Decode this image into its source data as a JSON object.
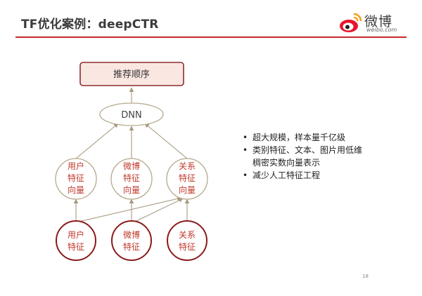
{
  "slide": {
    "title": "TF优化案例：deepCTR",
    "page_number": "18"
  },
  "logo": {
    "name_cn": "微博",
    "name_en": "weibo.com"
  },
  "diagram": {
    "top_box": "推荐顺序",
    "dnn": "DNN",
    "middle_nodes": [
      {
        "line1": "用户",
        "line2": "特征",
        "line3": "向量"
      },
      {
        "line1": "微博",
        "line2": "特征",
        "line3": "向量"
      },
      {
        "line1": "关系",
        "line2": "特征",
        "line3": "向量"
      }
    ],
    "bottom_nodes": [
      {
        "line1": "用户",
        "line2": "特征"
      },
      {
        "line1": "微博",
        "line2": "特征"
      },
      {
        "line1": "关系",
        "line2": "特征"
      }
    ]
  },
  "bullets": [
    "超大规模，样本量千亿级",
    "类别特征、文本、图片用低维",
    "稠密实数向量表示",
    "减少人工特征工程"
  ],
  "colors": {
    "accent": "#c8282d",
    "box_fill": "#fbe7e1",
    "node_border": "#c0392b",
    "edge": "#a89a80"
  }
}
